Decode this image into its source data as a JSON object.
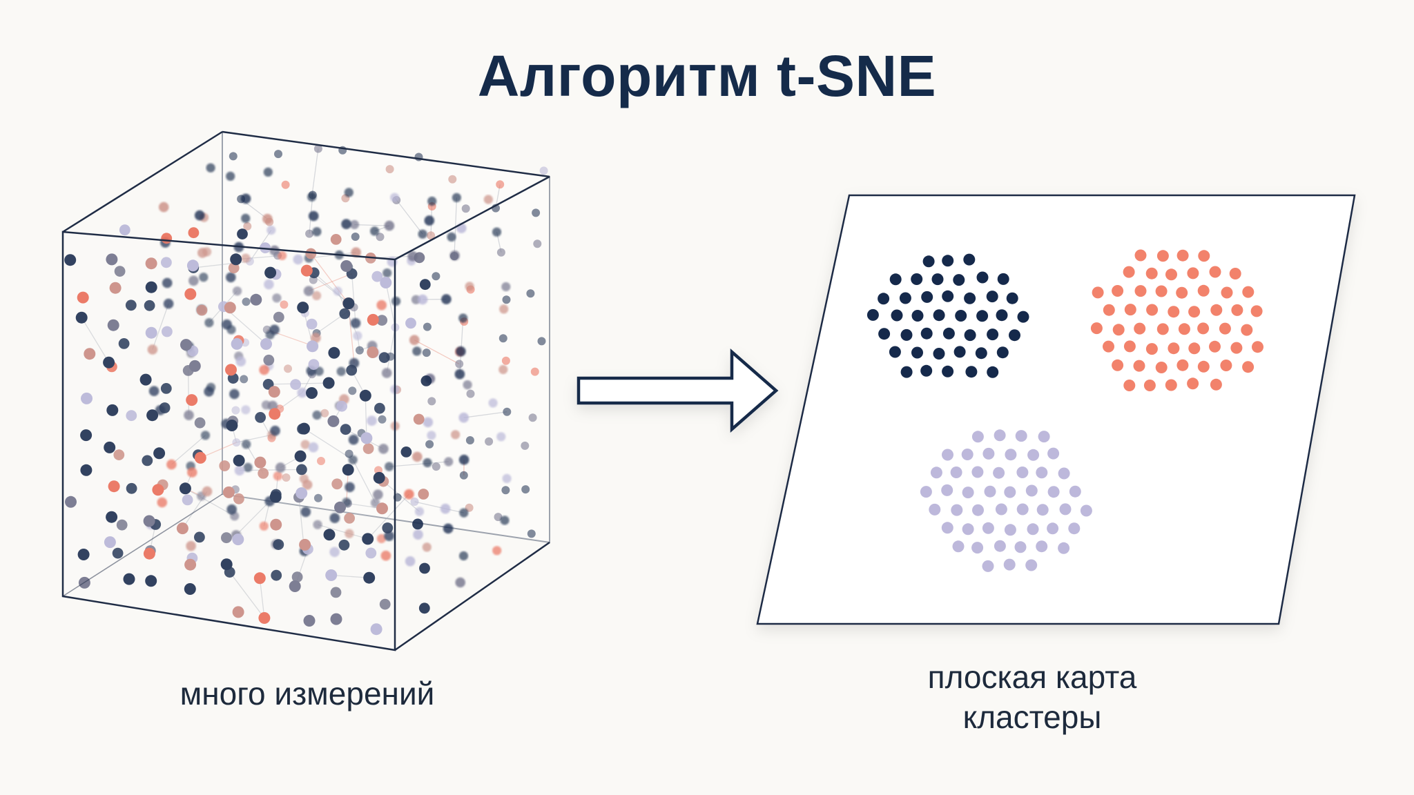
{
  "title": "Алгоритм t-SNE",
  "left_panel": {
    "caption": "много измерений",
    "point_colors": [
      "#1b2d4f",
      "#6f7088",
      "#b6b4d6",
      "#c98a80",
      "#e96c57"
    ]
  },
  "right_panel": {
    "caption_line1": "плоская карта",
    "caption_line2": "кластеры",
    "clusters": [
      {
        "color": "#15294b"
      },
      {
        "color": "#f2826b"
      },
      {
        "color": "#bdb8db"
      }
    ]
  },
  "arrow": {
    "color": "#152b4a"
  },
  "colors": {
    "title": "#152b4a",
    "frame": "#1f2c45",
    "background": "#faf9f6"
  }
}
